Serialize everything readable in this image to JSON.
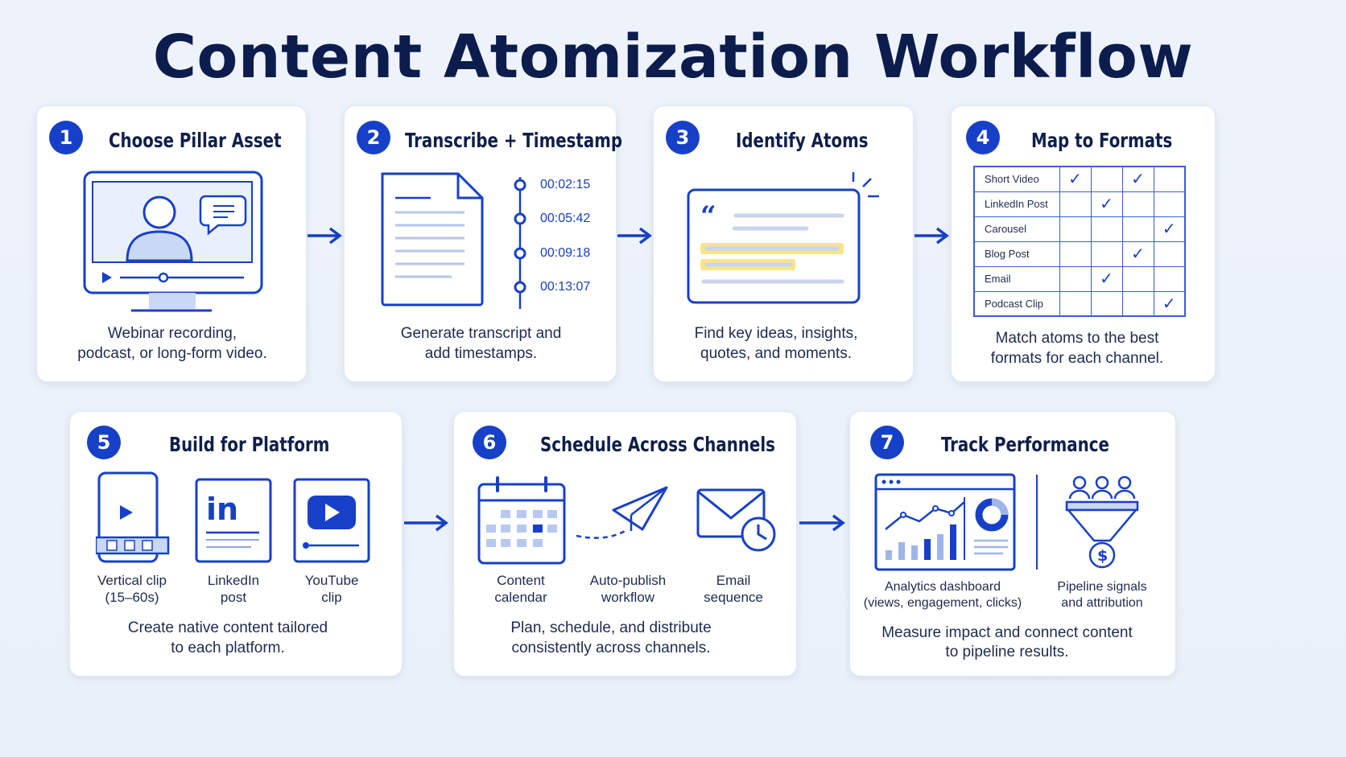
{
  "title": "Content Atomization Workflow",
  "steps": [
    {
      "num": "1",
      "title": "Choose Pillar Asset",
      "desc_line1": "Webinar recording,",
      "desc_line2": "podcast, or long-form video."
    },
    {
      "num": "2",
      "title": "Transcribe + Timestamp",
      "desc_line1": "Generate transcript and",
      "desc_line2": "add timestamps.",
      "timestamps": [
        "00:02:15",
        "00:05:42",
        "00:09:18",
        "00:13:07"
      ]
    },
    {
      "num": "3",
      "title": "Identify Atoms",
      "desc_line1": "Find key ideas, insights,",
      "desc_line2": "quotes, and moments."
    },
    {
      "num": "4",
      "title": "Map to Formats",
      "desc_line1": "Match atoms to the best",
      "desc_line2": "formats for each channel.",
      "formats": [
        {
          "label": "Short Video",
          "checks": [
            true,
            false,
            true,
            false
          ]
        },
        {
          "label": "LinkedIn Post",
          "checks": [
            false,
            true,
            false,
            false
          ]
        },
        {
          "label": "Carousel",
          "checks": [
            false,
            false,
            false,
            true
          ]
        },
        {
          "label": "Blog Post",
          "checks": [
            false,
            false,
            true,
            false
          ]
        },
        {
          "label": "Email",
          "checks": [
            false,
            true,
            false,
            false
          ]
        },
        {
          "label": "Podcast Clip",
          "checks": [
            false,
            false,
            false,
            true
          ]
        }
      ]
    },
    {
      "num": "5",
      "title": "Build for Platform",
      "desc_line1": "Create native content tailored",
      "desc_line2": "to each platform.",
      "items": [
        {
          "l1": "Vertical clip",
          "l2": "(15–60s)"
        },
        {
          "l1": "LinkedIn",
          "l2": "post"
        },
        {
          "l1": "YouTube",
          "l2": "clip"
        }
      ]
    },
    {
      "num": "6",
      "title": "Schedule Across Channels",
      "desc_line1": "Plan, schedule, and distribute",
      "desc_line2": "consistently across channels.",
      "items": [
        {
          "l1": "Content",
          "l2": "calendar"
        },
        {
          "l1": "Auto-publish",
          "l2": "workflow"
        },
        {
          "l1": "Email",
          "l2": "sequence"
        }
      ]
    },
    {
      "num": "7",
      "title": "Track Performance",
      "desc_line1": "Measure impact and connect content",
      "desc_line2": "to pipeline results.",
      "items": [
        {
          "l1": "Analytics dashboard",
          "l2": "(views, engagement, clicks)"
        },
        {
          "l1": "Pipeline signals",
          "l2": "and attribution"
        }
      ]
    }
  ],
  "check_glyph": "✓",
  "colors": {
    "accent": "#1740c8",
    "navy": "#0c1c4d",
    "highlight": "#f7e27a"
  }
}
